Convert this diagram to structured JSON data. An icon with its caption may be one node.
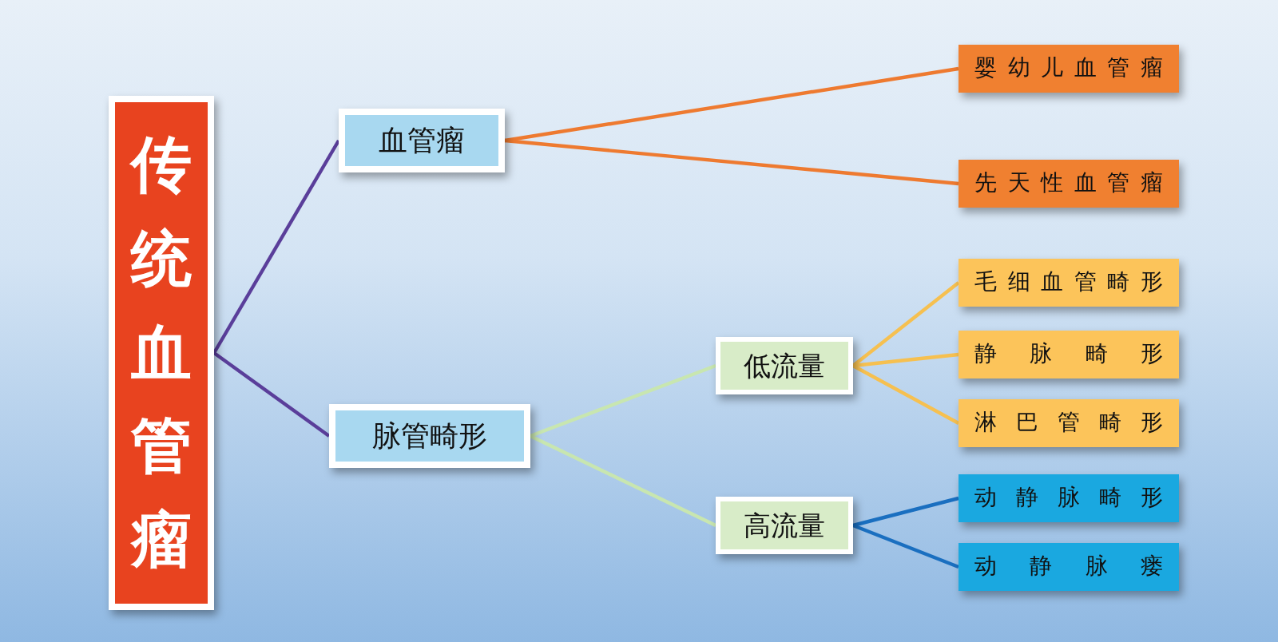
{
  "diagram": {
    "nodes": [
      {
        "text": [
          "传统血管瘤"
        ]
      },
      {
        "text": [
          "血管瘤"
        ]
      },
      {
        "text": [
          "脉管畸形"
        ]
      },
      {
        "text": [
          "低流量"
        ]
      },
      {
        "text": [
          "高流量"
        ]
      },
      {
        "text": [
          "婴幼儿血管瘤"
        ]
      },
      {
        "text": [
          "先天性血管瘤"
        ]
      },
      {
        "text": [
          "毛细血管畸形"
        ]
      },
      {
        "text": [
          "静脉畸形"
        ]
      },
      {
        "text": [
          "淋巴管畸形"
        ]
      },
      {
        "text": [
          "动静脉畸形"
        ]
      },
      {
        "text": [
          "动静脉瘘"
        ]
      }
    ],
    "edges": [
      {
        "from": 0,
        "to": 1,
        "arrow": "none",
        "color": "#5a3e9a"
      },
      {
        "from": 0,
        "to": 2,
        "arrow": "none",
        "color": "#5a3e9a"
      },
      {
        "from": 1,
        "to": 5,
        "arrow": "none",
        "color": "#ee7a30"
      },
      {
        "from": 1,
        "to": 6,
        "arrow": "none",
        "color": "#ee7a30"
      },
      {
        "from": 2,
        "to": 3,
        "arrow": "none",
        "color": "#c8e6b0"
      },
      {
        "from": 2,
        "to": 4,
        "arrow": "none",
        "color": "#c8e6b0"
      },
      {
        "from": 3,
        "to": 7,
        "arrow": "none",
        "color": "#f6c050"
      },
      {
        "from": 3,
        "to": 8,
        "arrow": "none",
        "color": "#f6c050"
      },
      {
        "from": 3,
        "to": 9,
        "arrow": "none",
        "color": "#f6c050"
      },
      {
        "from": 4,
        "to": 10,
        "arrow": "none",
        "color": "#1a6fc0"
      },
      {
        "from": 4,
        "to": 11,
        "arrow": "none",
        "color": "#1a6fc0"
      }
    ]
  }
}
